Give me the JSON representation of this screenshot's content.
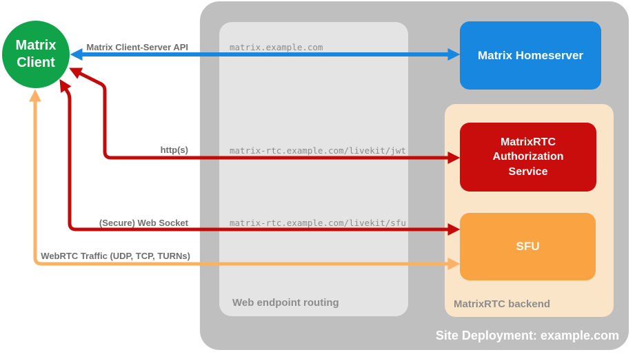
{
  "client": {
    "line1": "Matrix",
    "line2": "Client"
  },
  "deployment": {
    "caption": "Site Deployment: example.com"
  },
  "routing_panel": {
    "caption": "Web endpoint routing"
  },
  "backend_panel": {
    "caption": "MatrixRTC backend"
  },
  "nodes": {
    "homeserver": {
      "label": "Matrix Homeserver"
    },
    "auth_service": {
      "label": "MatrixRTC Authorization Service"
    },
    "sfu": {
      "label": "SFU"
    }
  },
  "connections": {
    "client_server_api": {
      "label": "Matrix Client-Server API",
      "route": "matrix.example.com"
    },
    "http": {
      "label": "http(s)",
      "route": "matrix-rtc.example.com/livekit/jwt"
    },
    "websocket": {
      "label": "(Secure) Web Socket",
      "route": "matrix-rtc.example.com/livekit/sfu"
    },
    "webrtc": {
      "label": "WebRTC Traffic (UDP, TCP, TURNs)"
    }
  },
  "colors": {
    "client_green": "#10A34A",
    "homeserver_blue": "#1787E0",
    "auth_red": "#C90D0D",
    "arrow_red": "#C40909",
    "sfu_orange": "#F9A342",
    "arrow_orange": "#FBB266",
    "backend_peach": "#FBE5C9",
    "container_gray": "#BFBFBF",
    "panel_gray": "#E4E4E4"
  }
}
